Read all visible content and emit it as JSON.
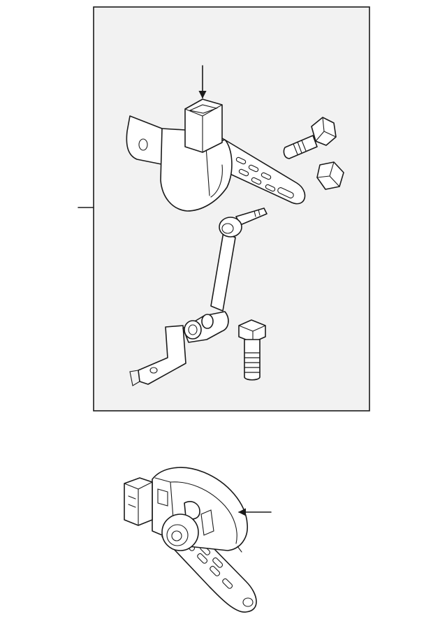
{
  "diagram": {
    "colors": {
      "panel_fill": "#f2f2f2",
      "line": "#1a1a1a",
      "part_fill": "#ffffff"
    },
    "parts": [
      {
        "id": "sensor-assembly",
        "icon": "height-sensor"
      },
      {
        "id": "mounting-bolt",
        "icon": "bolt"
      },
      {
        "id": "nut",
        "icon": "hex-nut"
      },
      {
        "id": "lower-bolt",
        "icon": "bolt"
      },
      {
        "id": "sensor-detail",
        "icon": "height-sensor-detail"
      }
    ],
    "callouts": [
      {
        "id": "callout-connector",
        "label": ""
      },
      {
        "id": "callout-detail",
        "label": ""
      },
      {
        "id": "callout-assembly",
        "label": ""
      }
    ]
  }
}
